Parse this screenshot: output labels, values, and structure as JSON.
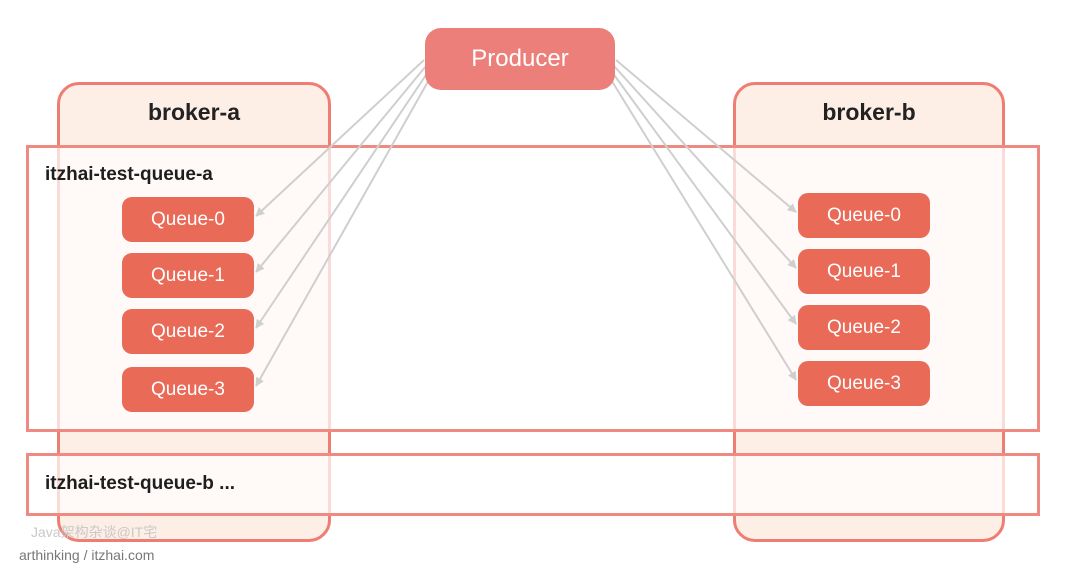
{
  "producer": {
    "label": "Producer"
  },
  "brokers": [
    {
      "id": "a",
      "title": "broker-a"
    },
    {
      "id": "b",
      "title": "broker-b"
    }
  ],
  "topics": [
    {
      "label": "itzhai-test-queue-a"
    },
    {
      "label": "itzhai-test-queue-b ..."
    }
  ],
  "queues_a": [
    "Queue-0",
    "Queue-1",
    "Queue-2",
    "Queue-3"
  ],
  "queues_b": [
    "Queue-0",
    "Queue-1",
    "Queue-2",
    "Queue-3"
  ],
  "watermark": "Java架构杂谈@IT宅",
  "credit": "arthinking / itzhai.com",
  "colors": {
    "broker_border": "#ee7d73",
    "broker_fill": "#fdeee6",
    "queue_fill": "#ea6a58",
    "producer_fill": "#ec7f79",
    "arrow": "#cfcfcf"
  }
}
